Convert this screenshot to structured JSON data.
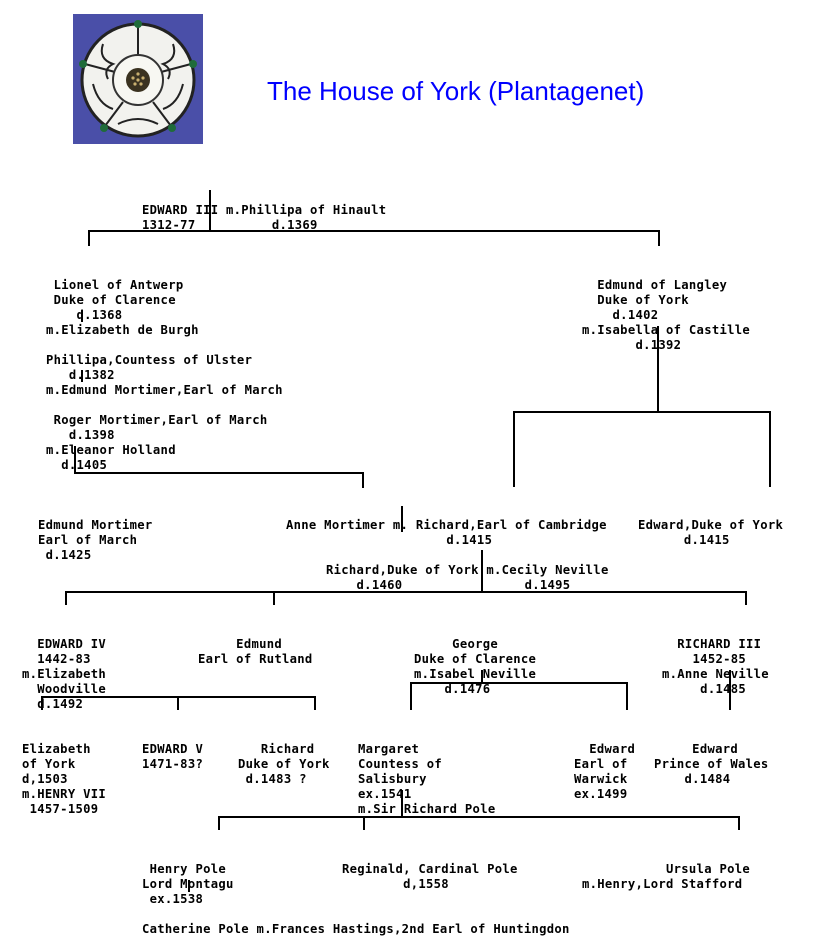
{
  "header": {
    "title": "The House of York (Plantagenet)",
    "logo_icon": "white-rose-of-york-icon",
    "colors": {
      "title": "#0000ff",
      "logo_background": "#4a4fa8",
      "rose_petal": "#f2f2ee",
      "leaf": "#1f6b3a"
    }
  },
  "tree": {
    "edward3": [
      "EDWARD III m.Phillipa of Hinault",
      "1312-77          d.1369"
    ],
    "lionel": [
      " Lionel of Antwerp",
      " Duke of Clarence",
      "    d.1368",
      "m.Elizabeth de Burgh"
    ],
    "phillipa": [
      "Phillipa,Countess of Ulster",
      "   d.1382",
      "m.Edmund Mortimer,Earl of March"
    ],
    "roger": [
      " Roger Mortimer,Earl of March",
      "   d.1398",
      "m.Eleanor Holland",
      "  d.1405"
    ],
    "edmund_langley": [
      "  Edmund of Langley",
      "  Duke of York",
      "    d.1402",
      "m.Isabella of Castille",
      "       d.1392"
    ],
    "edmund_mortimer": [
      "Edmund Mortimer",
      "Earl of March",
      " d.1425"
    ],
    "anne_mortimer": [
      "Anne Mortimer m. Richard,Earl of Cambridge",
      "                     d.1415"
    ],
    "edward_york": [
      "Edward,Duke of York",
      "      d.1415"
    ],
    "richard_york": [
      "Richard,Duke of York m.Cecily Neville",
      "    d.1460                d.1495"
    ],
    "edward4": [
      "  EDWARD IV",
      "  1442-83",
      "m.Elizabeth",
      "  Woodville",
      "  d.1492"
    ],
    "edmund_rutland": [
      "     Edmund",
      "Earl of Rutland"
    ],
    "george": [
      "     George",
      "Duke of Clarence",
      "m.Isabel Neville",
      "    d.1476"
    ],
    "richard3": [
      "  RICHARD III",
      "    1452-85",
      "m.Anne Neville",
      "     d.1485"
    ],
    "elizabeth_york": [
      "Elizabeth",
      "of York",
      "d,1503",
      "m.HENRY VII",
      " 1457-1509"
    ],
    "edward5": [
      "EDWARD V",
      "1471-83?"
    ],
    "richard_shrewsbury": [
      "   Richard",
      "Duke of York",
      " d.1483 ?"
    ],
    "margaret": [
      "Margaret",
      "Countess of",
      "Salisbury",
      "ex.1541",
      "m.Sir Richard Pole"
    ],
    "edward_warwick": [
      "  Edward",
      "Earl of",
      "Warwick",
      "ex.1499"
    ],
    "edward_wales": [
      "     Edward",
      "Prince of Wales",
      "    d.1484"
    ],
    "henry_pole": [
      " Henry Pole",
      "Lord Montagu",
      " ex.1538"
    ],
    "reginald": [
      "Reginald, Cardinal Pole",
      "        d,1558"
    ],
    "ursula": [
      "           Ursula Pole",
      "m.Henry,Lord Stafford"
    ],
    "catherine": [
      "Catherine Pole m.Frances Hastings,2nd Earl of Huntingdon"
    ]
  }
}
